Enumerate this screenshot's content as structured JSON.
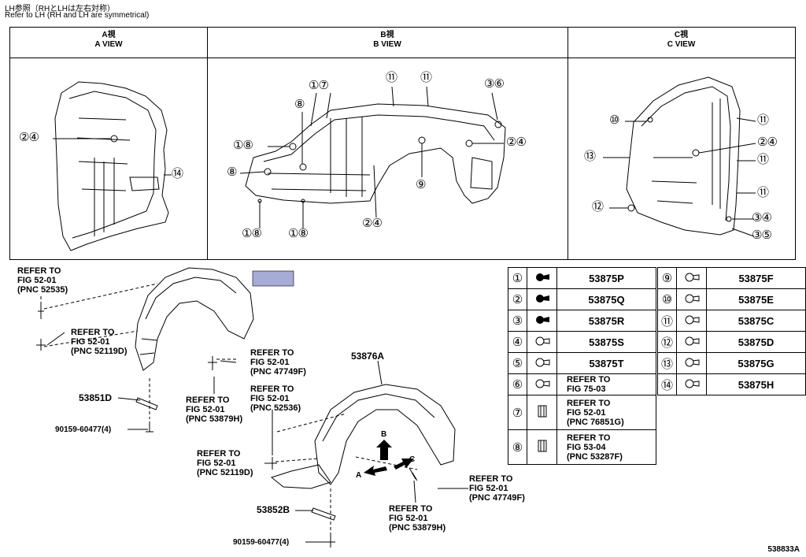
{
  "header": {
    "line1": "LH参照（RHとLHは左右対称）",
    "line2": "Refer to LH (RH and LH are symmetrical)"
  },
  "views": [
    {
      "jp": "A視",
      "en": "A VIEW"
    },
    {
      "jp": "B視",
      "en": "B VIEW"
    },
    {
      "jp": "C視",
      "en": "C VIEW"
    }
  ],
  "callouts": {
    "a_2_4": "②④",
    "a_14": "⑭",
    "b_1_7": "①⑦",
    "b_8a": "⑧",
    "b_1_8a": "①⑧",
    "b_8b": "⑧",
    "b_11a": "⑪",
    "b_11b": "⑪",
    "b_3_6": "③⑥",
    "b_2_4a": "②④",
    "b_9": "⑨",
    "b_1_8b": "①⑧",
    "b_1_8c": "①⑧",
    "b_2_4b": "②④",
    "c_10": "⑩",
    "c_13": "⑬",
    "c_12": "⑫",
    "c_11a": "⑪",
    "c_2_4": "②④",
    "c_11b": "⑪",
    "c_11c": "⑪",
    "c_3_4": "③④",
    "c_3_5": "③⑤"
  },
  "exploded_labels": {
    "ref_52535": [
      "REFER TO",
      "FIG 52-01",
      "(PNC 52535)"
    ],
    "ref_52119a": [
      "REFER TO",
      "FIG 52-01",
      "(PNC 52119D)"
    ],
    "ref_47749a": [
      "REFER TO",
      "FIG 52-01",
      "(PNC 47749F)"
    ],
    "ref_53879a": [
      "REFER TO",
      "FIG 52-01",
      "(PNC 53879H)"
    ],
    "ref_52536": [
      "REFER TO",
      "FIG 52-01",
      "(PNC 52536)"
    ],
    "ref_52119b": [
      "REFER TO",
      "FIG 52-01",
      "(PNC 52119D)"
    ],
    "ref_47749b": [
      "REFER TO",
      "FIG 52-01",
      "(PNC 47749F)"
    ],
    "ref_53879b": [
      "REFER TO",
      "FIG 52-01",
      "(PNC 53879H)"
    ],
    "p53851d": "53851D",
    "p53876a": "53876A",
    "p53852b": "53852B",
    "bolt_a": "90159-60477(4)",
    "bolt_b": "90159-60477(4)",
    "dir_a": "A",
    "dir_b": "B",
    "dir_c": "C"
  },
  "parts_left": [
    {
      "num": "①",
      "icon": "clip-icon",
      "pn": "53875P"
    },
    {
      "num": "②",
      "icon": "clip-icon",
      "pn": "53875Q"
    },
    {
      "num": "③",
      "icon": "clip-icon",
      "pn": "53875R"
    },
    {
      "num": "④",
      "icon": "clip-icon",
      "pn": "53875S"
    },
    {
      "num": "⑤",
      "icon": "clip-icon",
      "pn": "53875T"
    },
    {
      "num": "⑥",
      "icon": "clip-icon",
      "ref": [
        "REFER TO",
        "FIG 75-03"
      ]
    },
    {
      "num": "⑦",
      "icon": "retainer-icon",
      "ref": [
        "REFER TO",
        "FIG 52-01",
        "(PNC 76851G)"
      ]
    },
    {
      "num": "⑧",
      "icon": "retainer-icon",
      "ref": [
        "REFER TO",
        "FIG 53-04",
        "(PNC 53287F)"
      ]
    }
  ],
  "parts_right": [
    {
      "num": "⑨",
      "icon": "clip-icon",
      "pn": "53875F"
    },
    {
      "num": "⑩",
      "icon": "clip-icon",
      "pn": "53875E"
    },
    {
      "num": "⑪",
      "icon": "clip-icon",
      "pn": "53875C"
    },
    {
      "num": "⑫",
      "icon": "clip-icon",
      "pn": "53875D"
    },
    {
      "num": "⑬",
      "icon": "clip-icon",
      "pn": "53875G"
    },
    {
      "num": "⑭",
      "icon": "clip-icon",
      "pn": "53875H"
    }
  ],
  "colors": {
    "highlight": "#a6acd6"
  },
  "figure_id": "538833A"
}
